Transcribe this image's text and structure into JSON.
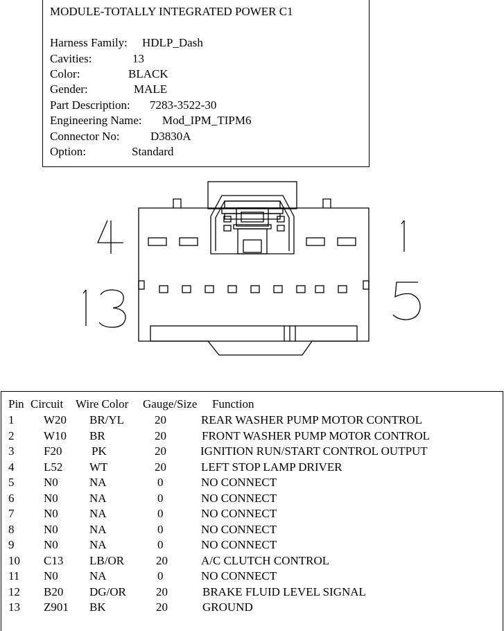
{
  "module": {
    "title": "MODULE-TOTALLY INTEGRATED POWER C1",
    "fields": [
      {
        "label": "Harness Family:",
        "value": "HDLP_Dash"
      },
      {
        "label": "Cavities:",
        "value": "13"
      },
      {
        "label": "Color:",
        "value": "BLACK"
      },
      {
        "label": "Gender:",
        "value": "MALE"
      },
      {
        "label": "Part Description:",
        "value": "7283-3522-30"
      },
      {
        "label": "Engineering Name:",
        "value": "Mod_IPM_TIPM6"
      },
      {
        "label": "Connector No:",
        "value": "D3830A"
      },
      {
        "label": "Option:",
        "value": "Standard"
      }
    ]
  },
  "connector": {
    "pin_labels": {
      "top_left": "4",
      "top_right": "1",
      "bottom_left": "13",
      "bottom_right": "5"
    }
  },
  "pin_table": {
    "headers": {
      "pin": "Pin",
      "circuit": "Circuit",
      "wire_color": "Wire Color",
      "gauge": "Gauge/Size",
      "function": "Function"
    },
    "rows": [
      {
        "pin": "1",
        "circuit": "W20",
        "color": "BR/YL",
        "gauge": "20",
        "function": "REAR WASHER PUMP MOTOR CONTROL"
      },
      {
        "pin": "2",
        "circuit": "W10",
        "color": "BR",
        "gauge": "20",
        "function": "FRONT WASHER PUMP MOTOR CONTROL"
      },
      {
        "pin": "3",
        "circuit": "F20",
        "color": "PK",
        "gauge": "20",
        "function": "IGNITION RUN/START CONTROL OUTPUT"
      },
      {
        "pin": "4",
        "circuit": "L52",
        "color": "WT",
        "gauge": "20",
        "function": "LEFT STOP LAMP DRIVER"
      },
      {
        "pin": "5",
        "circuit": "N0",
        "color": "NA",
        "gauge": "0",
        "function": "NO CONNECT"
      },
      {
        "pin": "6",
        "circuit": "N0",
        "color": "NA",
        "gauge": "0",
        "function": "NO CONNECT"
      },
      {
        "pin": "7",
        "circuit": "N0",
        "color": "NA",
        "gauge": "0",
        "function": "NO CONNECT"
      },
      {
        "pin": "8",
        "circuit": "N0",
        "color": "NA",
        "gauge": "0",
        "function": "NO CONNECT"
      },
      {
        "pin": "9",
        "circuit": "N0",
        "color": "NA",
        "gauge": "0",
        "function": "NO CONNECT"
      },
      {
        "pin": "10",
        "circuit": "C13",
        "color": "LB/OR",
        "gauge": "20",
        "function": "A/C CLUTCH CONTROL"
      },
      {
        "pin": "11",
        "circuit": "N0",
        "color": "NA",
        "gauge": "0",
        "function": "NO CONNECT"
      },
      {
        "pin": "12",
        "circuit": "B20",
        "color": "DG/OR",
        "gauge": "20",
        "function": "BRAKE FLUID LEVEL SIGNAL"
      },
      {
        "pin": "13",
        "circuit": "Z901",
        "color": "BK",
        "gauge": "20",
        "function": "GROUND"
      }
    ]
  }
}
